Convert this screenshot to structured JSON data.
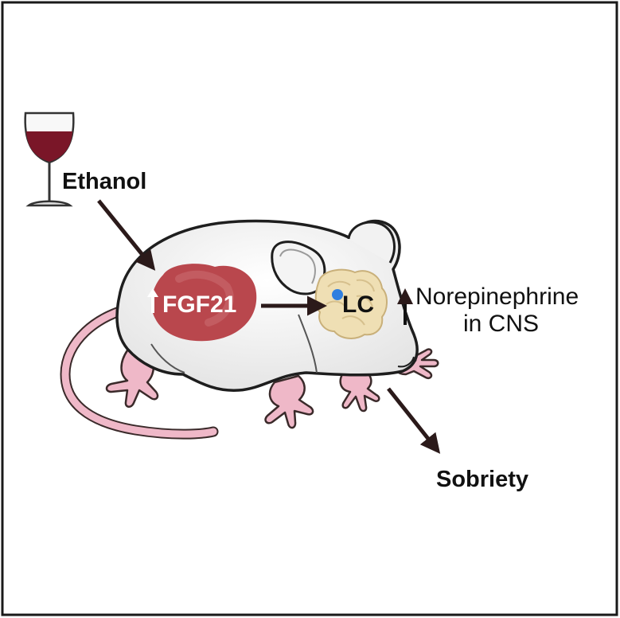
{
  "labels": {
    "ethanol": "Ethanol",
    "fgf21": "FGF21",
    "lc": "LC",
    "norepinephrine_line1": "Norepinephrine",
    "norepinephrine_line2": "in CNS",
    "sobriety": "Sobriety"
  },
  "colors": {
    "frame": "#1a1a1a",
    "wine": "#7a1628",
    "liver": "#b9474d",
    "brain": "#efdfb4",
    "lc_dot": "#2f7fe0",
    "tail": "#efb8c8",
    "mouse_body": "#f7f7f7",
    "arrow": "#2b1a1a"
  },
  "icons": [
    "wine-glass-icon",
    "mouse-illustration",
    "liver-organ",
    "brain-organ",
    "up-arrow-icon"
  ]
}
